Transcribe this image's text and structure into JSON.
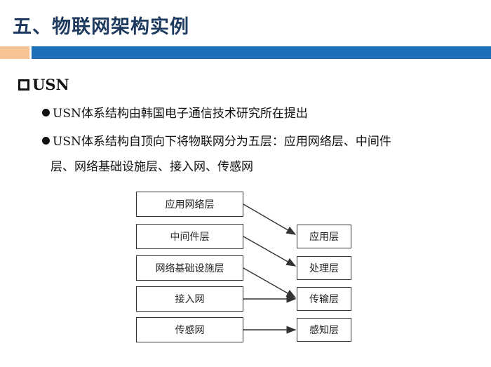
{
  "slide": {
    "title": "五、物联网架构实例",
    "section_label": "USN",
    "bullets": [
      "USN体系结构由韩国电子通信技术研究所在提出",
      "USN体系结构自顶向下将物联网分为五层：应用网络层、中间件",
      "层、网络基础设施层、接入网、传感网"
    ]
  },
  "diagram": {
    "left_layers": [
      "应用网络层",
      "中间件层",
      "网络基础设施层",
      "接入网",
      "传感网"
    ],
    "right_layers": [
      "应用层",
      "处理层",
      "传输层",
      "感知层"
    ]
  },
  "colors": {
    "title": "#1f3a5f",
    "accent_orange": "#f6c494",
    "accent_blue": "#1d70b8"
  }
}
